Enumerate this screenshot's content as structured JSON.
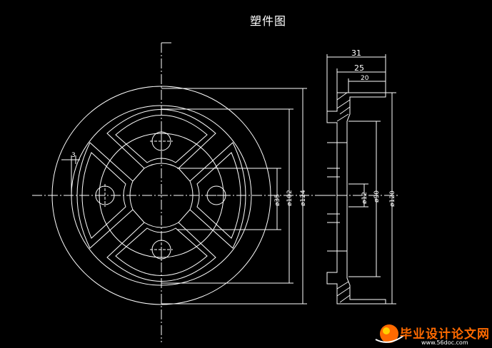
{
  "title": "塑件图",
  "dims": {
    "top31": "31",
    "top25": "25",
    "top20": "20",
    "left3": "3",
    "d35": "ø35",
    "d102": "ø102",
    "d124": "ø124",
    "d12": "ø12",
    "d90": "ø90",
    "d120": "ø120"
  },
  "watermark": {
    "text": "毕业设计论文网",
    "url": "www.56doc.com"
  },
  "colors": {
    "background": "#000000",
    "lines": "#ffffff",
    "watermark": "#ff6a00"
  }
}
